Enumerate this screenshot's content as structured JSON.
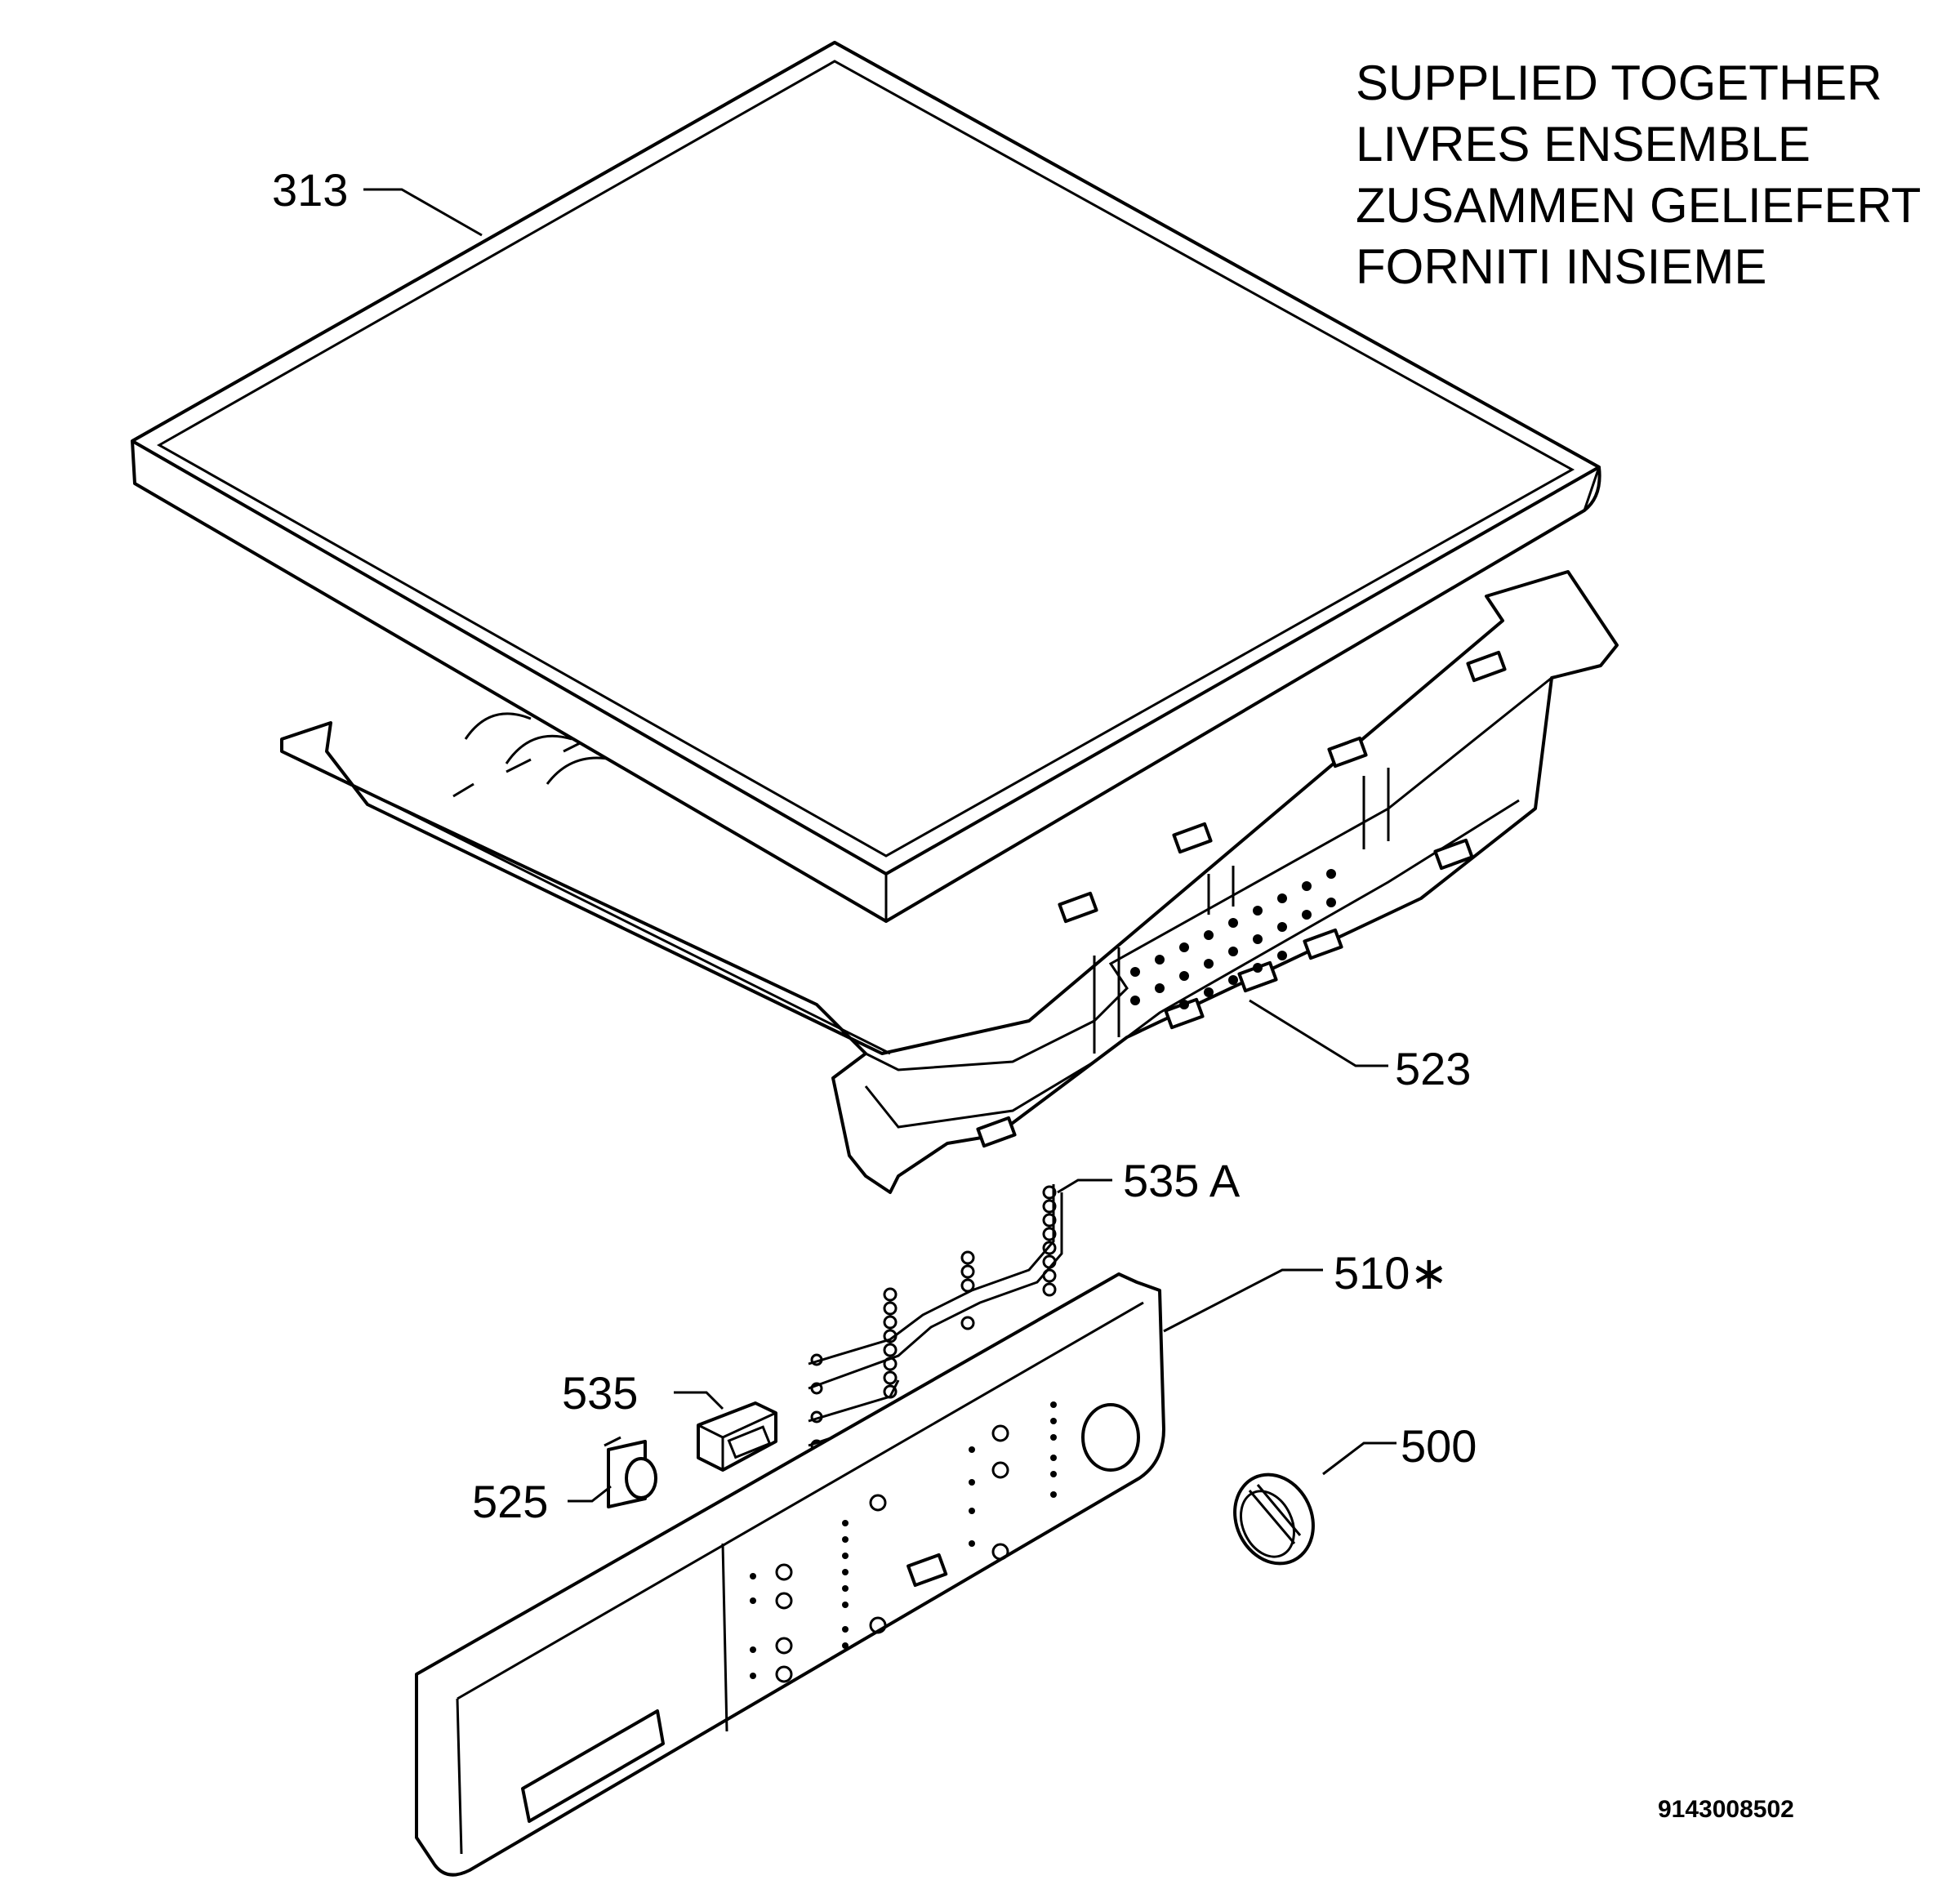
{
  "note": {
    "lines": [
      "SUPPLIED TOGETHER",
      "LIVRES ENSEMBLE",
      "ZUSAMMEN GELIEFERT",
      "FORNITI INSIEME"
    ]
  },
  "callouts": {
    "c313": "313",
    "c523": "523",
    "c535a": "535 A",
    "c510": "510∗",
    "c535": "535",
    "c525": "525",
    "c500": "500"
  },
  "doc_number": "9143008502"
}
